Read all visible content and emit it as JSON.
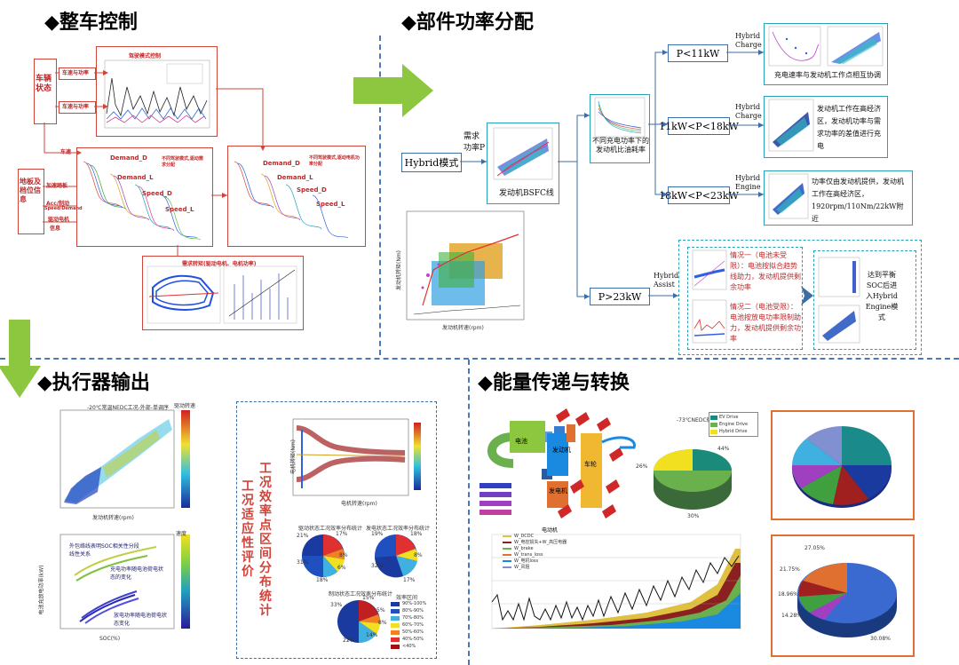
{
  "sections": {
    "vehicle_control": "◆整车控制",
    "power_split": "◆部件功率分配",
    "actuator_output": "◆执行器输出",
    "energy_transfer": "◆能量传递与转换"
  },
  "vehicle_control": {
    "vehicle_state": "车辆状态",
    "terrain_info": "地板及档位信息",
    "chart_title": "驾驶模式控制",
    "labels": [
      "车速与功率",
      "车速与功率",
      "车速",
      "加速踏板",
      "Acc/制动",
      "Speed/Demand",
      "驱动电机",
      "信息"
    ],
    "mode_labels": [
      "Demand_D",
      "Demand_L",
      "Speed_D",
      "Speed_L"
    ],
    "map_title_1": "不同驾驶模式,驱动需求分配",
    "map_title_2": "不同驾驶模式,驱动电机功率分配",
    "bottom_title": "需求转矩(驱动电机、电机功率)"
  },
  "power_split": {
    "hybrid_mode": "Hybrid模式",
    "demand_power": "需求功率P",
    "bsfc": "发动机BSFC线",
    "fuel_ratio": "不同充电功率下的发动机比油耗率",
    "ranges": [
      "P<11kW",
      "11kW<P<18kW",
      "18kW<P<23kW",
      "P>23kW"
    ],
    "hybrid_charge": "Hybrid Charge",
    "hybrid_engine": "Hybrid Engine",
    "hybrid_assist": "Hybrid Assist",
    "desc1": "充电速率与发动机工作点相互协调",
    "desc2": "发动机工作在高经济区，发动机功率与需求功率的差值进行充电",
    "desc3": "功率仅由发动机提供，发动机工作在高经济区，1920rpm/110Nm/22kW附近",
    "case1": "情况一（电池未受限）：电池按拟合趋势线助力，发动机提供剩余功率",
    "case2": "情况二（电池受限）：电池按放电功率限制助力，发动机提供剩余功率",
    "soc_text": "达到平衡SOC后进入Hybrid Engine模式",
    "axis_x": "发动机转速(rpm)",
    "axis_y": "发动机转矩(Nm)"
  },
  "actuator": {
    "chart1_title": "-20℃常温NEDC工况-外部-单调序",
    "cb1": "驱动转速",
    "cb2": "速度",
    "axis_x1": "发动机转速(rpm)",
    "axis_x2": "SOC(%)",
    "axis_y2": "电池充放电功率(kW)",
    "ann1": "外包络线表明SOC相关性分段线性关系",
    "ann2": "充电功率随电池荷电状态的变化",
    "ann3": "放电功率随电池荷电状态变化",
    "vertical_left": "工况适应性评价",
    "vertical_right": "工况效率点区间分布统计",
    "pie_titles": [
      "驱动状态工况效率分布统计",
      "发电状态工况效率分布统计",
      "制动状态工况效率分布统计"
    ],
    "legend_title": "效率区间",
    "legend": [
      "90%-100%",
      "80%-90%",
      "70%-80%",
      "60%-70%",
      "50%-60%",
      "40%-50%",
      "<40%"
    ],
    "pie1_pct": [
      "21%",
      "17%",
      "8%",
      "6%",
      "31%",
      "18%"
    ],
    "pie2_pct": [
      "19%",
      "18%",
      "8%",
      "32%",
      "17%"
    ],
    "pie3_pct": [
      "33%",
      "15%",
      "5%",
      "8%",
      "22%",
      "14%"
    ],
    "axis_x3": "电机转速(rpm)",
    "axis_y3": "电机转矩(Nm)"
  },
  "energy": {
    "flow_labels": [
      "电池",
      "发动机",
      "发电机",
      "电动机",
      "车轮"
    ],
    "pie_title": "-73℃NEDC循环",
    "pie_legend": [
      "EV Drive",
      "Engine Drive",
      "Hybrid Drive"
    ],
    "pie_pct": [
      "44%",
      "26%",
      "30%"
    ],
    "area_legend": [
      "W_DCDC",
      "W_电控损失+W_高压电器",
      "W_brake",
      "W_trans_loss",
      "W_电机loss",
      "W_风阻"
    ],
    "pie3d_pct": [
      "27.05%",
      "21.75%",
      "18.96%",
      "14.28%",
      "30.08%"
    ]
  },
  "colors": {
    "red": "#d0443a",
    "blue": "#3a6ea5",
    "green_arrow": "#8dc63f",
    "dash": "#4a78b8"
  }
}
